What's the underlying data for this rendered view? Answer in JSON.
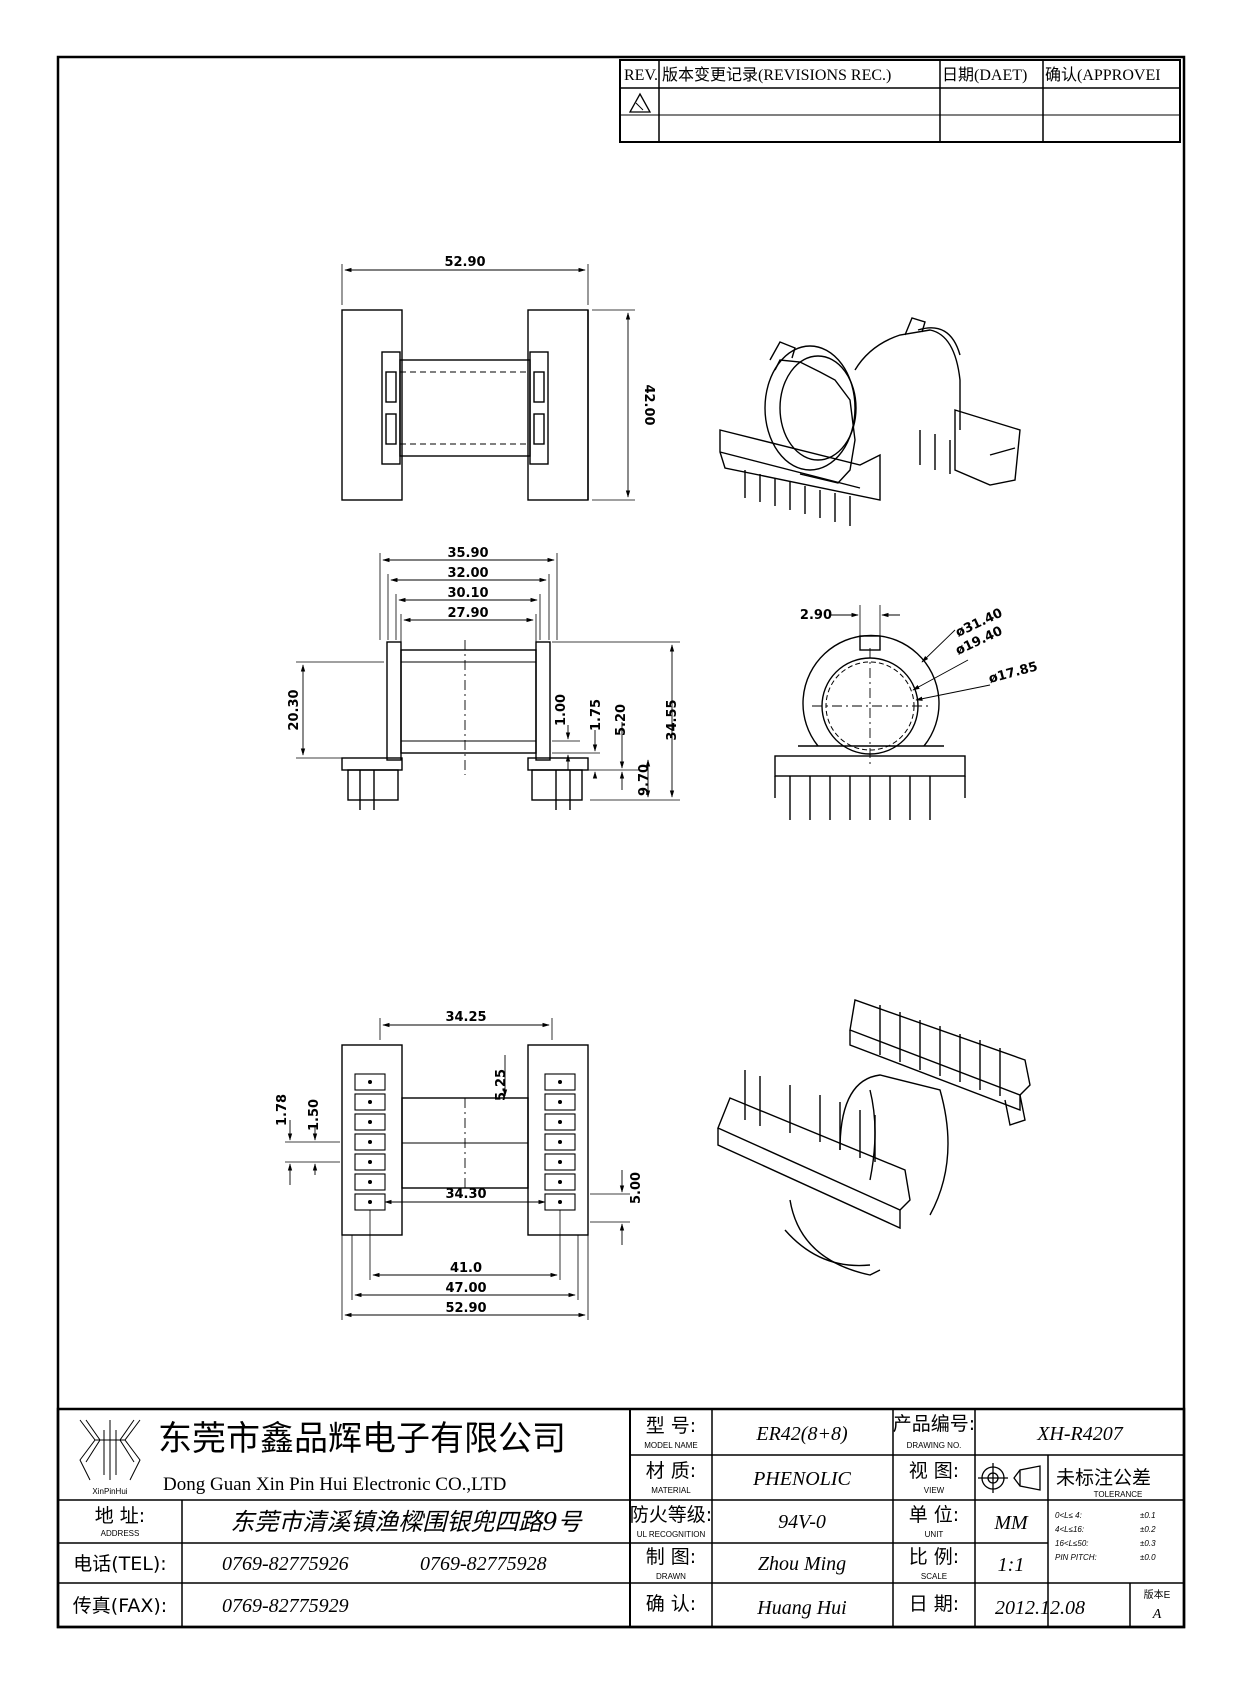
{
  "revisions": {
    "headers": [
      "REV.",
      "版本变更记录(REVISIONS REC.)",
      "日期(DAET)",
      "确认(APPROVEI"
    ]
  },
  "dimensions": {
    "top_view": {
      "width": "52.90",
      "height": "42.00"
    },
    "side_view": {
      "d1": "35.90",
      "d2": "32.00",
      "d3": "30.10",
      "d4": "27.90",
      "h_left": "20.30",
      "h1": "1.00",
      "h2": "1.75",
      "h3": "5.20",
      "h4": "34.55",
      "h5": "9.70"
    },
    "end_view": {
      "slot": "2.90",
      "dia1": "ø31.40",
      "dia2": "ø19.40",
      "dia3": "ø17.85"
    },
    "bottom_view": {
      "top": "34.25",
      "v1": "5.25",
      "h1": "1.78",
      "h2": "1.50",
      "mid": "34.30",
      "right": "5.00",
      "w1": "41.0",
      "w2": "47.00",
      "w3": "52.90"
    }
  },
  "title_block": {
    "logo_text": "XinPinHui",
    "company_cn": "东莞市鑫品辉电子有限公司",
    "company_en": "Dong Guan Xin Pin Hui Electronic CO.,LTD",
    "address_label": "地  址:",
    "address_label_en": "ADDRESS",
    "address_value": "东莞市清溪镇渔樑围银兜四路9号",
    "tel_label": "电话(TEL):",
    "tel_value_1": "0769-82775926",
    "tel_value_2": "0769-82775928",
    "fax_label": "传真(FAX):",
    "fax_value": "0769-82775929",
    "model_label": "型  号:",
    "model_label_en": "MODEL NAME",
    "model_value": "ER42(8+8)",
    "material_label": "材  质:",
    "material_label_en": "MATERIAL",
    "material_value": "PHENOLIC",
    "ul_label": "防火等级:",
    "ul_label_en": "UL RECOGNITION",
    "ul_value": "94V-0",
    "drawn_label": "制  图:",
    "drawn_label_en": "DRAWN",
    "drawn_value": "Zhou Ming",
    "check_label": "确  认:",
    "check_value": "Huang Hui",
    "drawing_no_label": "产品编号:",
    "drawing_no_label_en": "DRAWING NO.",
    "drawing_no_value": "XH-R4207",
    "view_label": "视  图:",
    "view_label_en": "VIEW",
    "unit_label": "单  位:",
    "unit_label_en": "UNIT",
    "unit_value": "MM",
    "scale_label": "比  例:",
    "scale_label_en": "SCALE",
    "scale_value": "1:1",
    "date_label": "日  期:",
    "date_value": "2012.12.08",
    "version_label": "版本E",
    "version_value": "A",
    "tolerance_title": "未标注公差",
    "tolerance_title_en": "TOLERANCE",
    "tolerance_rows": [
      {
        "range": "0<L≤ 4:",
        "value": "±0.1"
      },
      {
        "range": "4<L≤16:",
        "value": "±0.2"
      },
      {
        "range": "16<L≤50:",
        "value": "±0.3"
      },
      {
        "range": "PIN PITCH:",
        "value": "±0.0"
      }
    ]
  }
}
